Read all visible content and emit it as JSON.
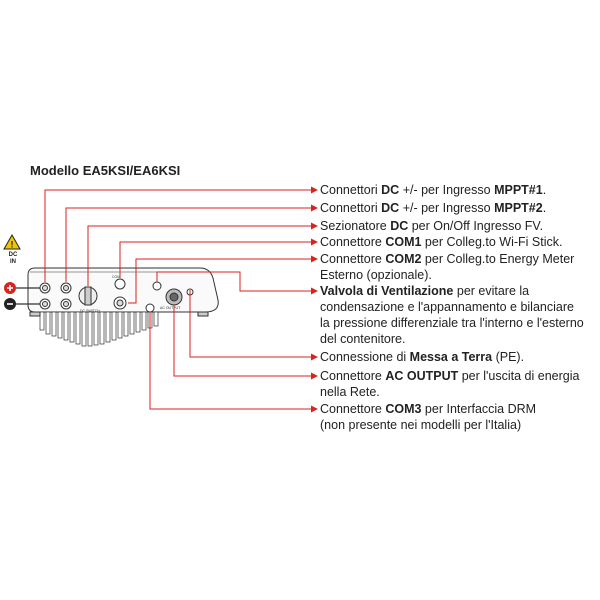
{
  "title": "Modello EA5KSI/EA6KSI",
  "dc_in": "DC IN",
  "labels": [
    {
      "pre": "Connettori ",
      "b1": "DC",
      "mid": " +/- per Ingresso ",
      "b2": "MPPT#1",
      "post": "."
    },
    {
      "pre": "Connettori ",
      "b1": "DC",
      "mid": " +/- per Ingresso ",
      "b2": "MPPT#2",
      "post": "."
    },
    {
      "pre": "Sezionatore ",
      "b1": "DC",
      "mid": " per On/Off Ingresso FV.",
      "b2": "",
      "post": ""
    },
    {
      "pre": "Connettore ",
      "b1": "COM1",
      "mid": " per Colleg.to Wi-Fi Stick.",
      "b2": "",
      "post": ""
    },
    {
      "pre": "Connettore ",
      "b1": "COM2",
      "mid": " per Colleg.to Energy Meter",
      "b2": "",
      "post": "",
      "line2": "Esterno (opzionale)."
    },
    {
      "pre": "",
      "b1": "Valvola di Ventilazione",
      "mid": " per evitare la",
      "b2": "",
      "post": "",
      "line2": "condensazione e l'appannamento e bilanciare",
      "line3": "la pressione differenziale tra l'interno e l'esterno",
      "line4": "del contenitore."
    },
    {
      "pre": "Connessione di ",
      "b1": "Messa a Terra",
      "mid": " (PE).",
      "b2": "",
      "post": ""
    },
    {
      "pre": "Connettore ",
      "b1": "AC OUTPUT",
      "mid": " per l'uscita di energia",
      "b2": "",
      "post": "",
      "line2": "nella Rete."
    },
    {
      "pre": "Connettore ",
      "b1": "COM3",
      "mid": " per Interfaccia DRM",
      "b2": "",
      "post": "",
      "line2": "(non presente nei modelli per l'Italia)"
    }
  ],
  "port_text": {
    "switch": "DC SWITCH",
    "com": "COM",
    "ac": "AC OUTPUT"
  },
  "colors": {
    "accent": "#d9231f",
    "outline": "#333333",
    "warning": "#f2c400"
  }
}
